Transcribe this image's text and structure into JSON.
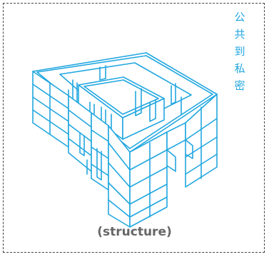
{
  "title_vertical": [
    "公",
    "共",
    "到",
    "私",
    "密"
  ],
  "caption": "(structure)",
  "colors": {
    "accent": "#22a7e0",
    "caption": "#666666",
    "border": "#444444",
    "fill": "#ffffff"
  }
}
